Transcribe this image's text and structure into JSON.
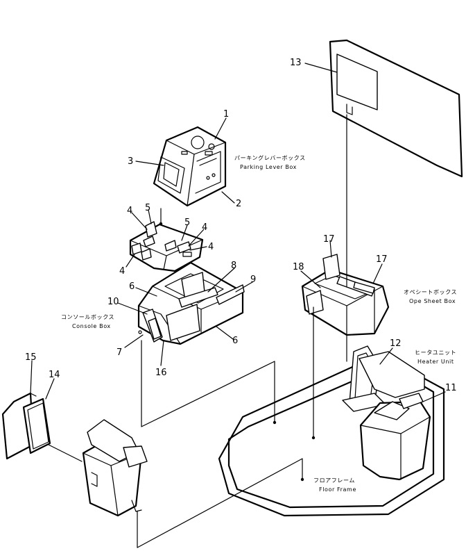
{
  "callouts": [
    "1",
    "2",
    "3",
    "4",
    "5",
    "6",
    "7",
    "8",
    "9",
    "10",
    "11",
    "12",
    "13",
    "14",
    "15",
    "16",
    "17",
    "18"
  ],
  "labels": {
    "parking_jp": "パーキングレバーボックス",
    "parking_en": "Parking Lever Box",
    "console_jp": "コンソールボックス",
    "console_en": "Console Box",
    "ope_jp": "オペシートボックス",
    "ope_en": "Ope Sheet Box",
    "heater_jp": "ヒータユニット",
    "heater_en": "Heater Unit",
    "floor_jp": "フロアフレーム",
    "floor_en": "Floor Frame"
  }
}
